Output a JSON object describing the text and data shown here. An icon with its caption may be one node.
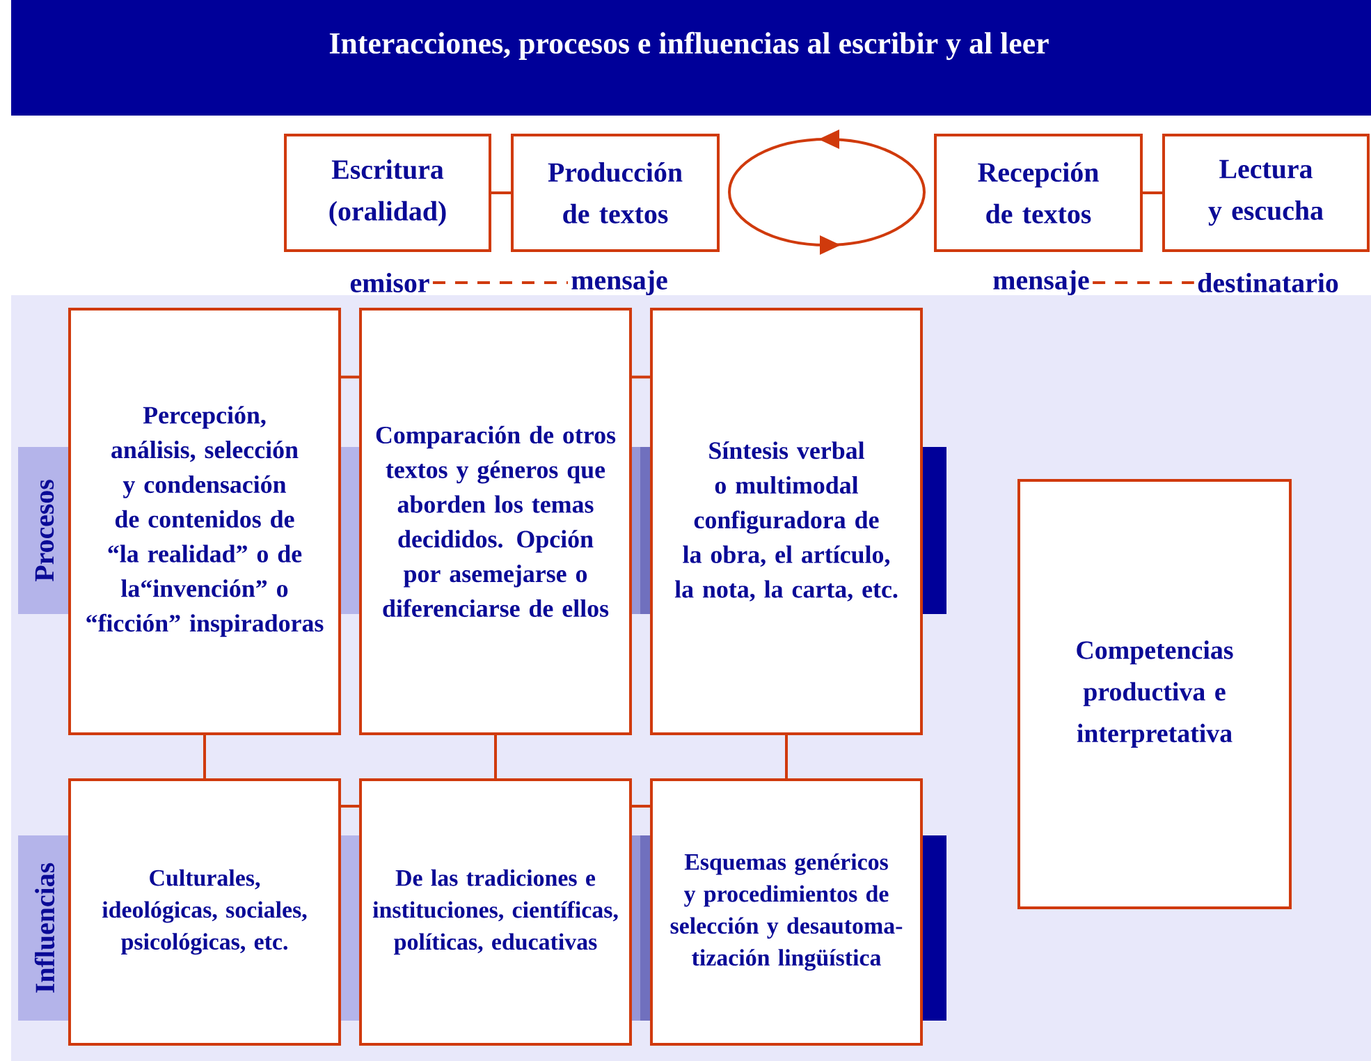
{
  "diagram": {
    "title": "Interacciones, procesos e influencias al escribir y al leer",
    "nodes": [
      {
        "text": [
          "Escritura (oralidad)"
        ]
      },
      {
        "text": [
          "Producción de textos"
        ]
      },
      {
        "text": [
          "Recepción de textos"
        ]
      },
      {
        "text": [
          "Lectura y escucha"
        ]
      },
      {
        "text": [
          "emisor"
        ]
      },
      {
        "text": [
          "mensaje"
        ]
      },
      {
        "text": [
          "mensaje"
        ]
      },
      {
        "text": [
          "destinatario"
        ]
      },
      {
        "text": [
          "Procesos"
        ]
      },
      {
        "text": [
          "Influencias"
        ]
      },
      {
        "text": [
          "Percepción, análisis, selección y condensación de contenidos de “la realidad” o de la“invención” o “ficción” inspiradoras"
        ]
      },
      {
        "text": [
          "Comparación de otros textos y géneros que aborden los temas decididos. Opción por asemejarse o diferenciarse de ellos"
        ]
      },
      {
        "text": [
          "Síntesis verbal o multimodal configuradora de la obra, el artículo, la nota, la carta, etc."
        ]
      },
      {
        "text": [
          "Culturales, ideológicas, sociales, psicológicas, etc."
        ]
      },
      {
        "text": [
          "De las tradiciones e instituciones, científicas, políticas, educativas"
        ]
      },
      {
        "text": [
          "Esquemas genéricos y procedimientos de selección y desautoma- tización lingüística"
        ]
      },
      {
        "text": [
          "Competencias productiva e interpretativa"
        ]
      }
    ],
    "edges": [
      {
        "from": 0,
        "to": 1,
        "arrow": "none"
      },
      {
        "from": 2,
        "to": 3,
        "arrow": "none"
      },
      {
        "from": 4,
        "to": 5,
        "arrow": "none",
        "style": "dashed"
      },
      {
        "from": 6,
        "to": 7,
        "arrow": "none",
        "style": "dashed"
      },
      {
        "from": 10,
        "to": 11,
        "arrow": "none"
      },
      {
        "from": 11,
        "to": 12,
        "arrow": "none"
      },
      {
        "from": 13,
        "to": 14,
        "arrow": "none"
      },
      {
        "from": 14,
        "to": 15,
        "arrow": "none"
      },
      {
        "from": 10,
        "to": 13,
        "arrow": "none"
      },
      {
        "from": 11,
        "to": 14,
        "arrow": "none"
      },
      {
        "from": 12,
        "to": 15,
        "arrow": "none"
      }
    ]
  }
}
